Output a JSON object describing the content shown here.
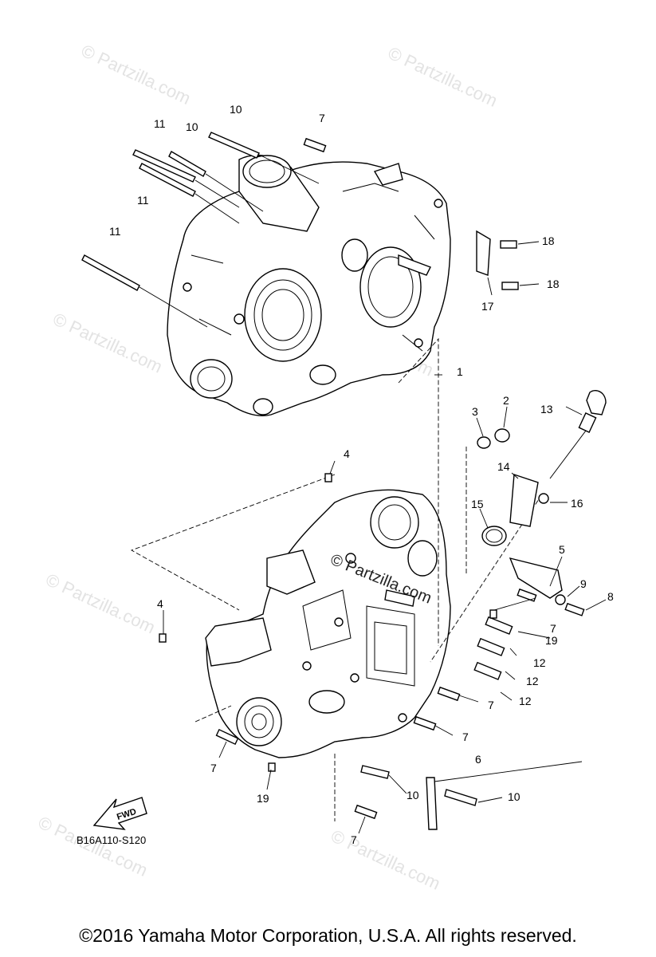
{
  "watermark": {
    "text": "© Partzilla.com",
    "center_text": "© Partzilla.com"
  },
  "diagram_code": "B16A110-S120",
  "fwd_label": "FWD",
  "copyright": "©2016  Yamaha Motor Corporation, U.S.A. All rights reserved.",
  "callouts": {
    "c1": "1",
    "c2": "2",
    "c3": "3",
    "c4a": "4",
    "c4b": "4",
    "c5": "5",
    "c6": "6",
    "c7a": "7",
    "c7b": "7",
    "c7c": "7",
    "c7d": "7",
    "c7e": "7",
    "c7f": "7",
    "c8": "8",
    "c9": "9",
    "c10a": "10",
    "c10b": "10",
    "c10c": "10",
    "c10d": "10",
    "c11a": "11",
    "c11b": "11",
    "c11c": "11",
    "c12a": "12",
    "c12b": "12",
    "c12c": "12",
    "c13": "13",
    "c14": "14",
    "c15": "15",
    "c16": "16",
    "c17": "17",
    "c18a": "18",
    "c18b": "18",
    "c19a": "19",
    "c19b": "19"
  }
}
